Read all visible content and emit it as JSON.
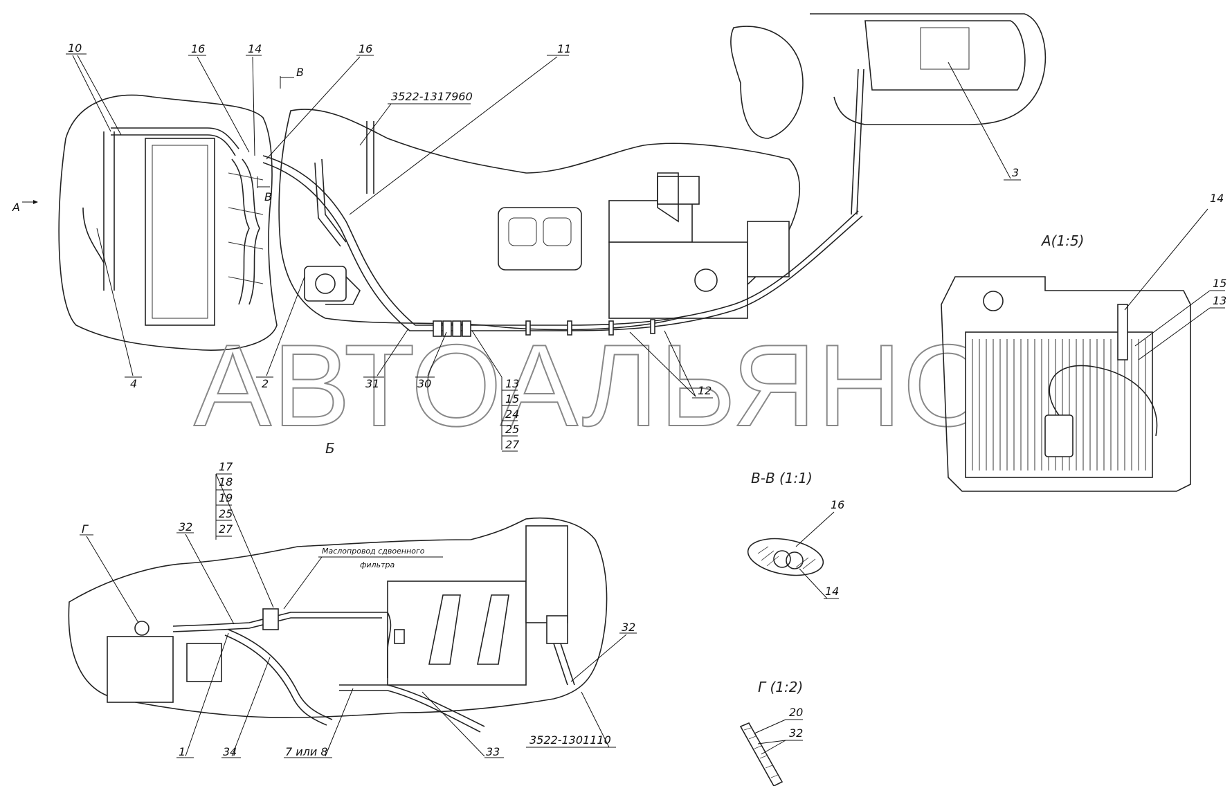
{
  "watermark": "АВТОАЛЬЯНС",
  "views": {
    "a": "А",
    "a_detail": "А(1:5)",
    "b": "Б",
    "v_mark": "В",
    "vv": "В-В (1:1)",
    "g": "Г",
    "g_detail": "Г (1:2)"
  },
  "part_numbers": {
    "hose_upper": "3522-1317960",
    "hose_lower": "3522-1301110"
  },
  "note": {
    "line1": "Маслопровод сдвоенного",
    "line2": "фильтра"
  },
  "callouts": {
    "c10": "10",
    "c16a": "16",
    "c14": "14",
    "c16b": "16",
    "c11": "11",
    "c3": "3",
    "c4": "4",
    "c2": "2",
    "c31": "31",
    "c30": "30",
    "c13": "13",
    "c15": "15",
    "c24": "24",
    "c25": "25",
    "c27": "27",
    "c12": "12",
    "a14": "14",
    "a15": "15",
    "a13": "13",
    "vv16": "16",
    "vv14": "14",
    "l17": "17",
    "l18": "18",
    "l19": "19",
    "l25": "25",
    "l27": "27",
    "g": "Г",
    "l32a": "32",
    "l32b": "32",
    "l1": "1",
    "l34": "34",
    "l7or8": "7 или 8",
    "l33": "33",
    "g20": "20",
    "g32": "32"
  }
}
